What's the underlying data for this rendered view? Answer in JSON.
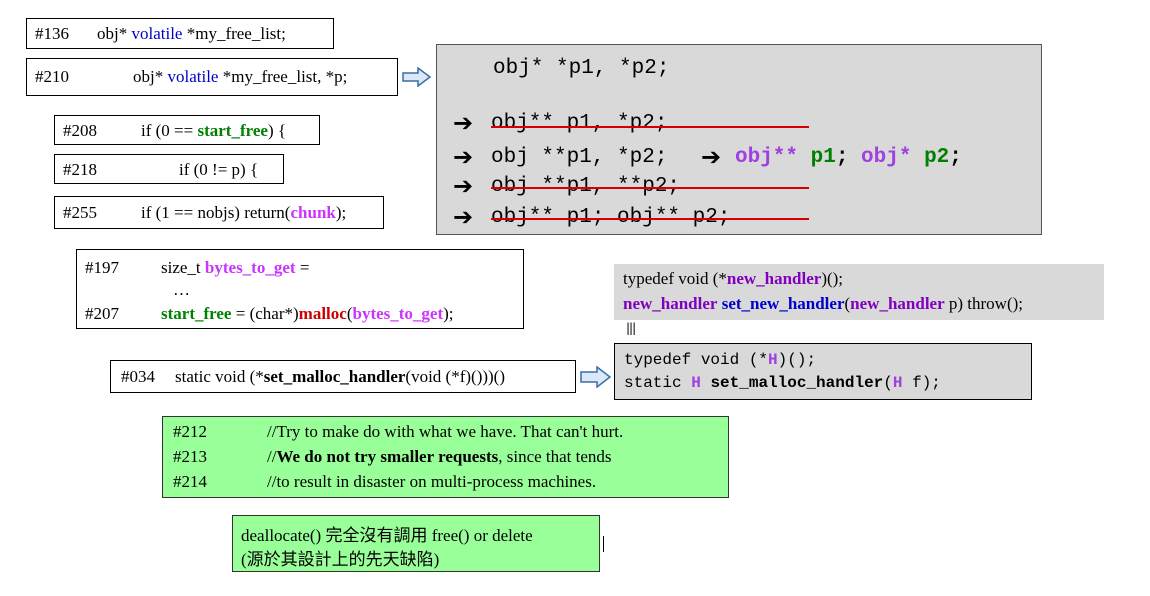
{
  "box136": {
    "num": "#136",
    "a": "obj* ",
    "volatile": "volatile",
    "b": " *my_free_list;"
  },
  "box210": {
    "num": "#210",
    "a": "obj* ",
    "volatile": "volatile",
    "b": " *my_free_list, *p;"
  },
  "box208": {
    "num": "#208",
    "a": "if (0 == ",
    "start_free": "start_free",
    "b": ") {"
  },
  "box218": {
    "num": "#218",
    "text": "if (0 != p) {"
  },
  "box255": {
    "num": "#255",
    "a": "if (1 == nobjs) return(",
    "chunk": "chunk",
    "b": ");"
  },
  "graybox": {
    "line1": "obj* *p1, *p2;",
    "line2": "obj** p1, *p2;",
    "line3": "obj **p1, *p2;",
    "line3_obj1": "obj**",
    "line3_p1": " p1",
    "line3_sep": "; ",
    "line3_obj2": "obj*",
    "line3_p2": " p2",
    "line3_end": ";",
    "line4": "obj **p1, **p2;",
    "line5": "obj** p1; obj** p2;"
  },
  "box197": {
    "num1": "#197",
    "a": "size_t ",
    "bytes": "bytes_to_get",
    "b": " =",
    "dots": "…",
    "num2": "#207",
    "start_free": "start_free",
    "c": " = (char*)",
    "malloc": "malloc",
    "d": "(",
    "bytes2": "bytes_to_get",
    "e": ");"
  },
  "typedef_box": {
    "l1a": "typedef void (*",
    "new_handler": "new_handler",
    "l1b": ")();",
    "l2_nh1": "new_handler",
    "l2_sp": " ",
    "l2_snh": "set_new_handler",
    "l2_paren": "(",
    "l2_nh2": "new_handler",
    "l2_rest": " p) throw();"
  },
  "equiv": "|||",
  "box034": {
    "num": "#034",
    "a": "static void (*",
    "fn": "set_malloc_handler",
    "b": "(void (*f)()))()"
  },
  "handler_box": {
    "l1a": "typedef void (*",
    "H": "H",
    "l1b": ")();",
    "l2a": "static ",
    "H2": "H",
    "l2b": " ",
    "fn": "set_malloc_handler",
    "l2c": "(",
    "H3": "H",
    "l2d": " f);"
  },
  "greenbox1": {
    "rows": [
      {
        "num": "#212",
        "pre": "//Try to make do with what we have. That can't hurt.",
        "bold": "",
        "post": ""
      },
      {
        "num": "#213",
        "pre": "//",
        "bold": "We do not try smaller requests",
        "post": ", since that tends"
      },
      {
        "num": "#214",
        "pre": "//to result in disaster on multi-process machines.",
        "bold": "",
        "post": ""
      }
    ]
  },
  "greenbox2": {
    "line1": "deallocate() 完全沒有調用 free() or delete",
    "line2": "(源於其設計上的先天缺陷)"
  },
  "colors": {
    "gray": "#d9d9d9",
    "green": "#99ff99",
    "blue": "#0000cc",
    "green_text": "#008000",
    "magenta": "#cc33ff",
    "red": "#cc0000",
    "purple": "#8000c0",
    "strike": "#d40000"
  }
}
